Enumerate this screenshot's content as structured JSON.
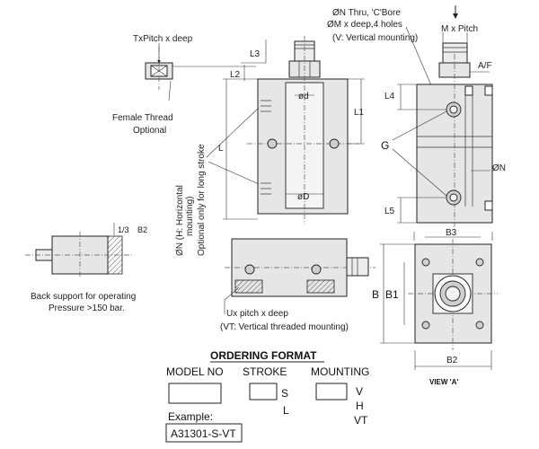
{
  "labels": {
    "tx_pitch": "TxPitch x deep",
    "female_thread_1": "Female Thread",
    "female_thread_2": "Optional",
    "l3": "L3",
    "l2": "L2",
    "l": "L",
    "l1": "L1",
    "l4": "L4",
    "l5": "L5",
    "d": "ød",
    "D": "øD",
    "n_thru": "ØN Thru, 'C'Bore",
    "m_deep": "ØM x deep,4 holes",
    "v_mounting": "(V: Vertical mounting)",
    "m_pitch": "M x Pitch",
    "af": "A/F",
    "g": "G",
    "n_side": "ØN",
    "n_horizontal_1": "ØN (H: Horizontal",
    "n_horizontal_2": "mounting)",
    "n_horizontal_3": "Optional only for long stroke",
    "one_third": "1/3",
    "b2_small": "B2",
    "back_support_1": "Back support for operating",
    "back_support_2": "Pressure >150 bar.",
    "u_pitch": "Ux pitch x deep",
    "vt_mounting": "(VT: Vertical threaded mounting)",
    "b3": "B3",
    "b": "B",
    "b1": "B1",
    "b2": "B2",
    "view_a": "VIEW 'A'"
  },
  "ordering": {
    "title": "ORDERING FORMAT",
    "model_no": "MODEL NO",
    "stroke": "STROKE",
    "mounting": "MOUNTING",
    "stroke_options": [
      "S",
      "L"
    ],
    "mounting_options": [
      "V",
      "H",
      "VT"
    ],
    "example_label": "Example:",
    "example_value": "A31301-S-VT"
  }
}
